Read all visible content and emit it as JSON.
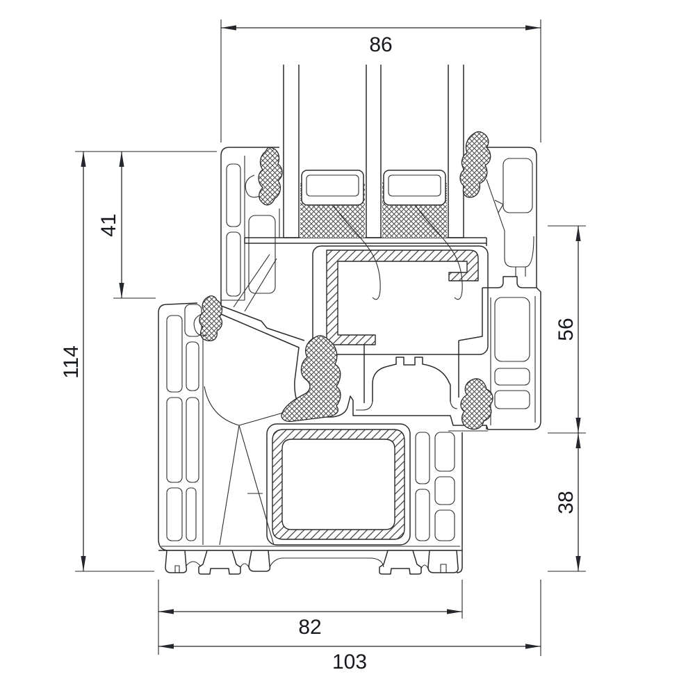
{
  "drawing": {
    "background": "#ffffff",
    "line_color": "#2b2b2b",
    "dimension_text_color": "#15181d"
  },
  "dimensions": {
    "glazing_top_width": {
      "value": "86"
    },
    "sash_face_height": {
      "value": "41"
    },
    "overall_height": {
      "value": "114"
    },
    "right_upper_height": {
      "value": "56"
    },
    "right_lower_height": {
      "value": "38"
    },
    "frame_base_width": {
      "value": "82"
    },
    "overall_width": {
      "value": "103"
    }
  }
}
